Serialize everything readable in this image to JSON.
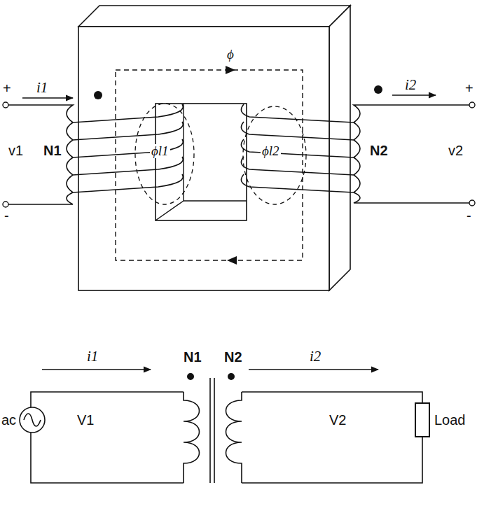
{
  "diagram": {
    "nodes": [
      {
        "text": [
          "ac"
        ]
      },
      {
        "text": [
          "Load"
        ]
      }
    ],
    "labels": [
      "ϕ",
      "+",
      "i1",
      "v1",
      "N1",
      "-",
      "ϕl1",
      "ϕl2",
      "N2",
      "i2",
      "+",
      "v2",
      "-",
      "i1",
      "N1",
      "N2",
      "i2",
      "V1",
      "V2"
    ]
  }
}
